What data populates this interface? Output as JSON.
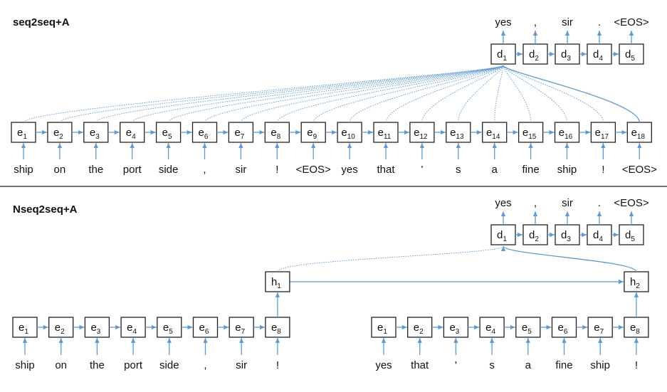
{
  "panels": [
    {
      "title": "seq2seq+A",
      "encoder": {
        "tokens": [
          "ship",
          "on",
          "the",
          "port",
          "side",
          ",",
          "sir",
          "!",
          "<EOS>",
          "yes",
          "that",
          "'",
          "s",
          "a",
          "fine",
          "ship",
          "!",
          "<EOS>"
        ]
      },
      "decoder": {
        "outputs": [
          "yes",
          ",",
          "sir",
          ".",
          "<EOS>"
        ]
      }
    },
    {
      "title": "Nseq2seq+A",
      "encoders": [
        {
          "tokens": [
            "ship",
            "on",
            "the",
            "port",
            "side",
            ",",
            "sir",
            "!"
          ]
        },
        {
          "tokens": [
            "yes",
            "that",
            "'",
            "s",
            "a",
            "fine",
            "ship",
            "!"
          ]
        }
      ],
      "decoder": {
        "outputs": [
          "yes",
          ",",
          "sir",
          ".",
          "<EOS>"
        ]
      }
    }
  ],
  "labels": {
    "encoder": "e",
    "decoder": "d",
    "hidden": "h"
  },
  "colors": {
    "arrow": "#5b9bd5",
    "box_stroke": "#222222"
  }
}
